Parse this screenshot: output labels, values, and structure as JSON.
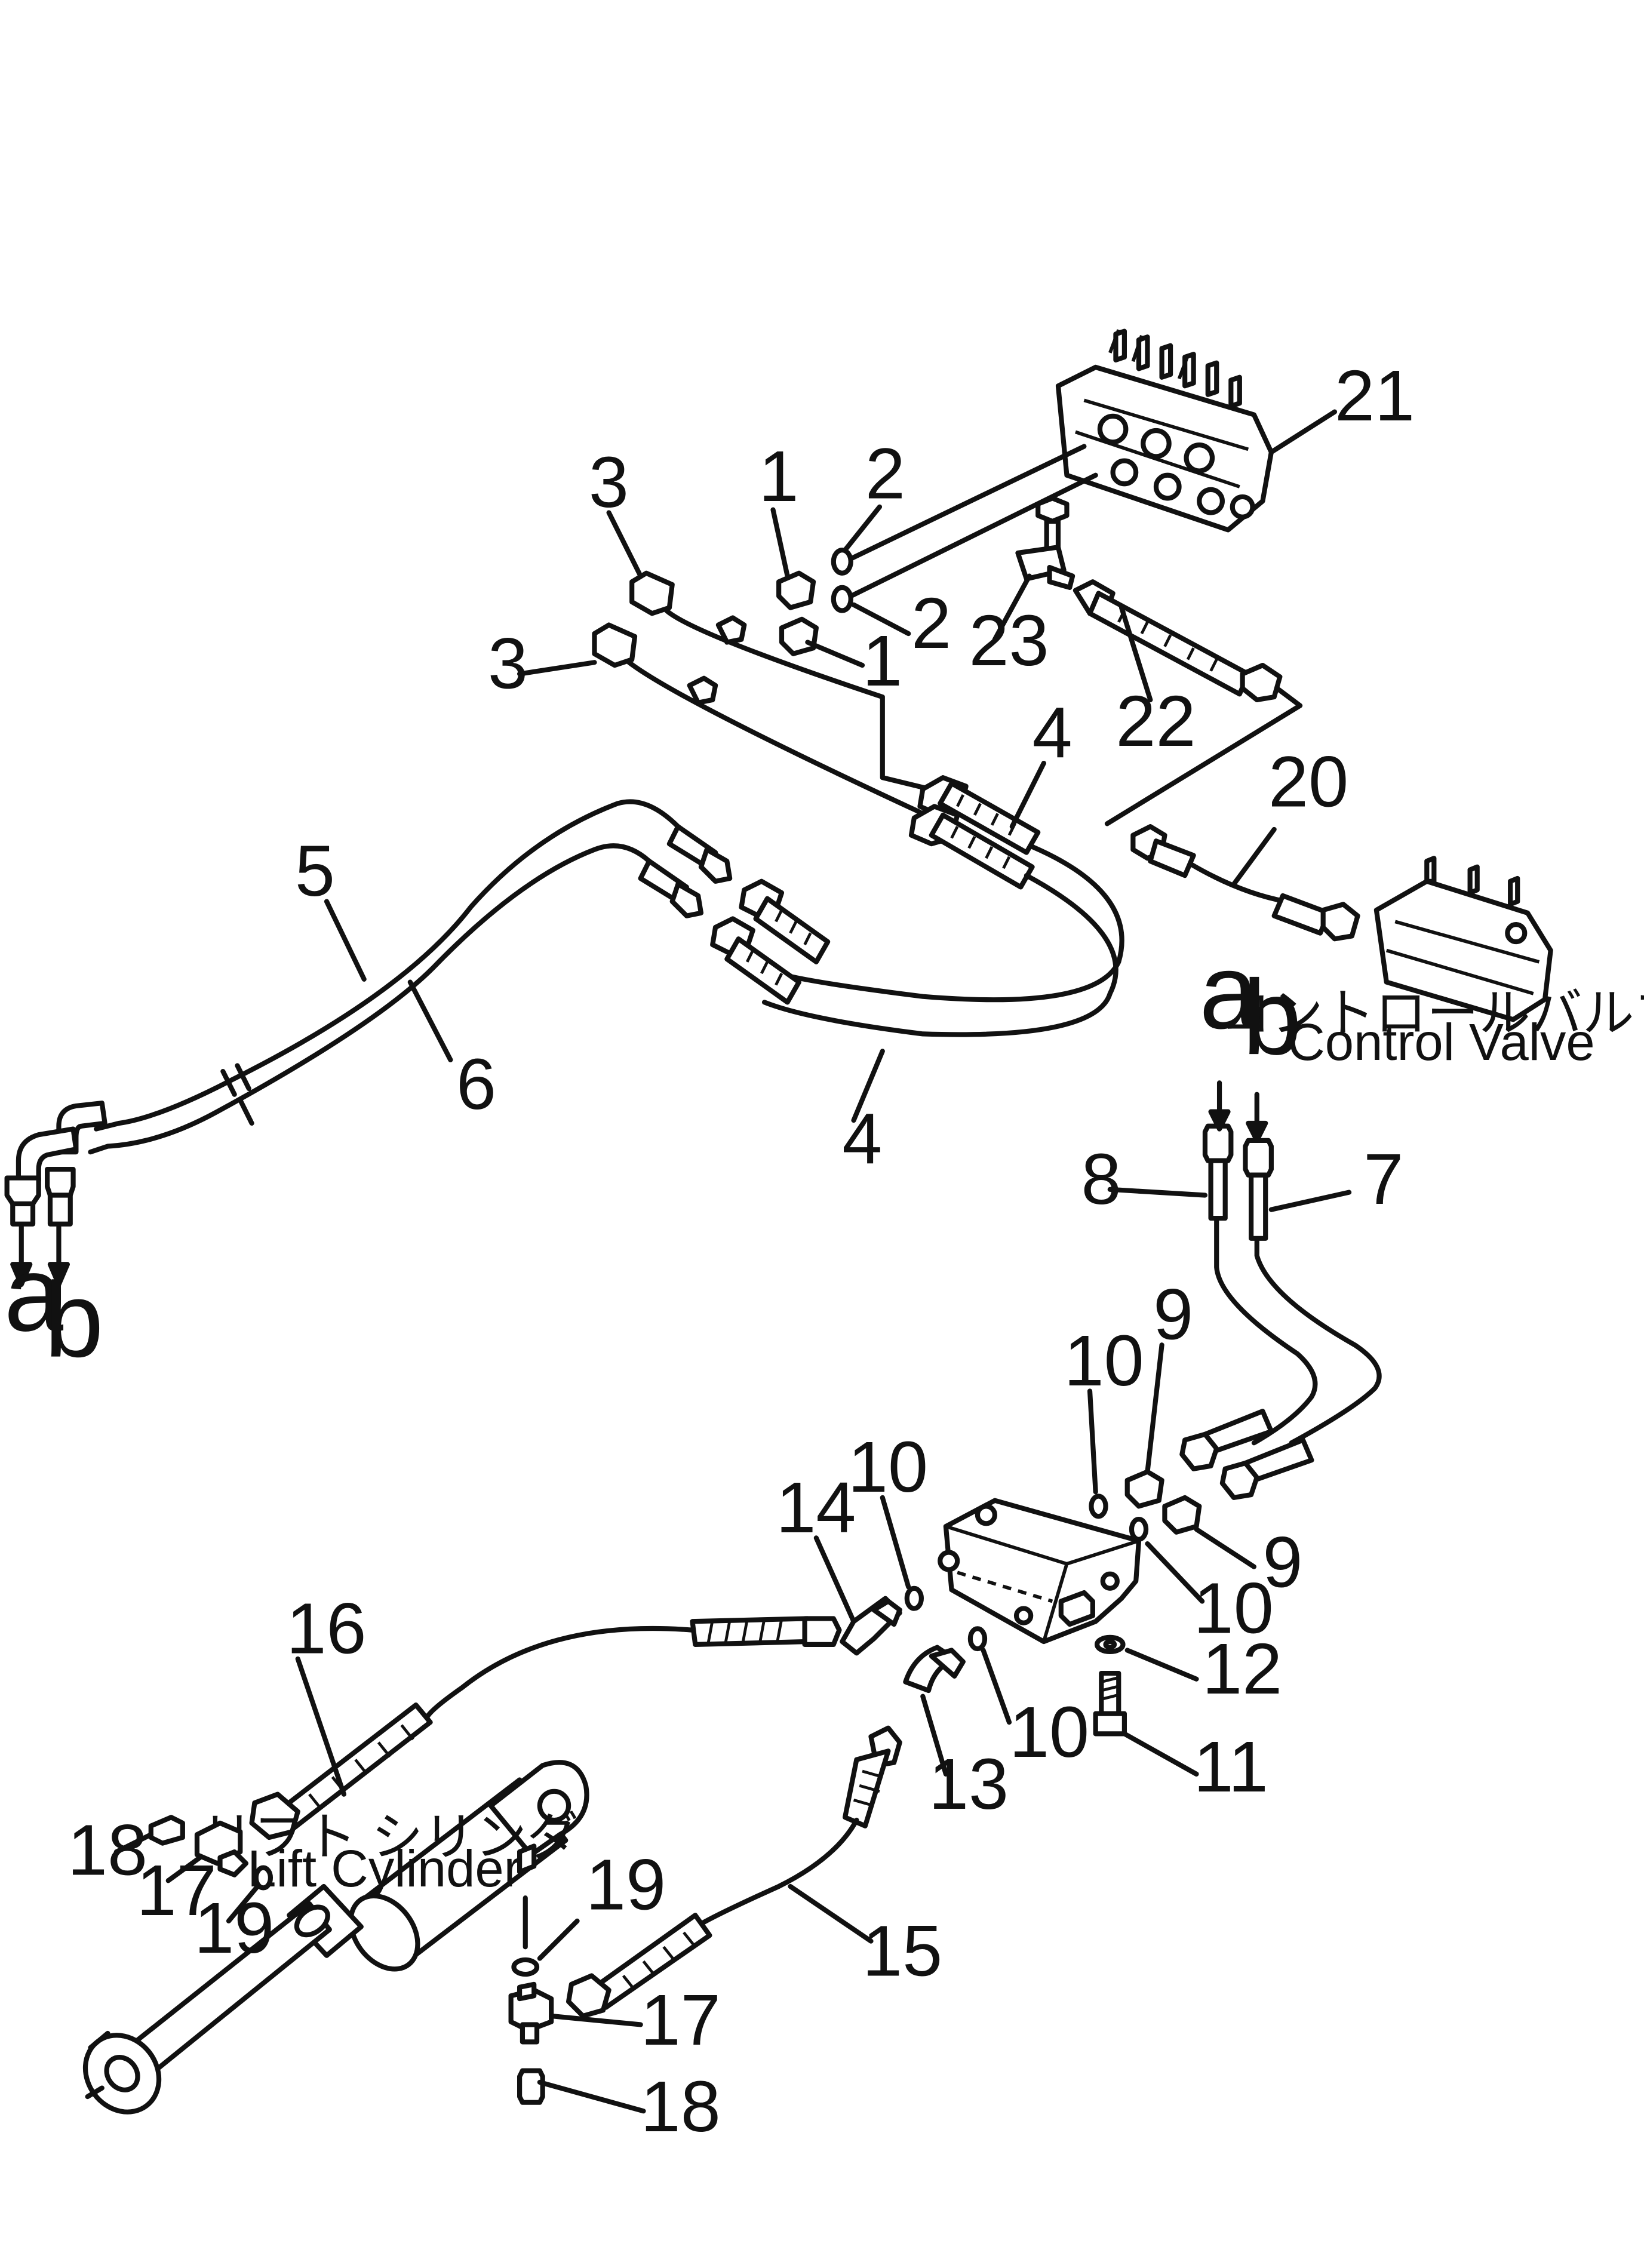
{
  "callouts": {
    "n1a": "1",
    "n1b": "1",
    "n2a": "2",
    "n2b": "2",
    "n3a": "3",
    "n3b": "3",
    "n4a": "4",
    "n4b": "4",
    "n5": "5",
    "n6": "6",
    "n7": "7",
    "n8": "8",
    "n9a": "9",
    "n9b": "9",
    "n10a": "10",
    "n10b": "10",
    "n10c": "10",
    "n10d": "10",
    "n11": "11",
    "n12": "12",
    "n13": "13",
    "n14": "14",
    "n15": "15",
    "n16": "16",
    "n17a": "17",
    "n17b": "17",
    "n18a": "18",
    "n18b": "18",
    "n19a": "19",
    "n19b": "19",
    "n20": "20",
    "n21": "21",
    "n22": "22",
    "n23": "23"
  },
  "connectors": {
    "a_top": "a",
    "b_top": "b",
    "a_left": "a",
    "b_left": "b"
  },
  "captions": {
    "control_valve_jp": "コントロールバルブ",
    "control_valve_en": "Control Valve",
    "lift_cylinder_jp": "リフト シリンダ",
    "lift_cylinder_en": "Lift Cylinder"
  }
}
